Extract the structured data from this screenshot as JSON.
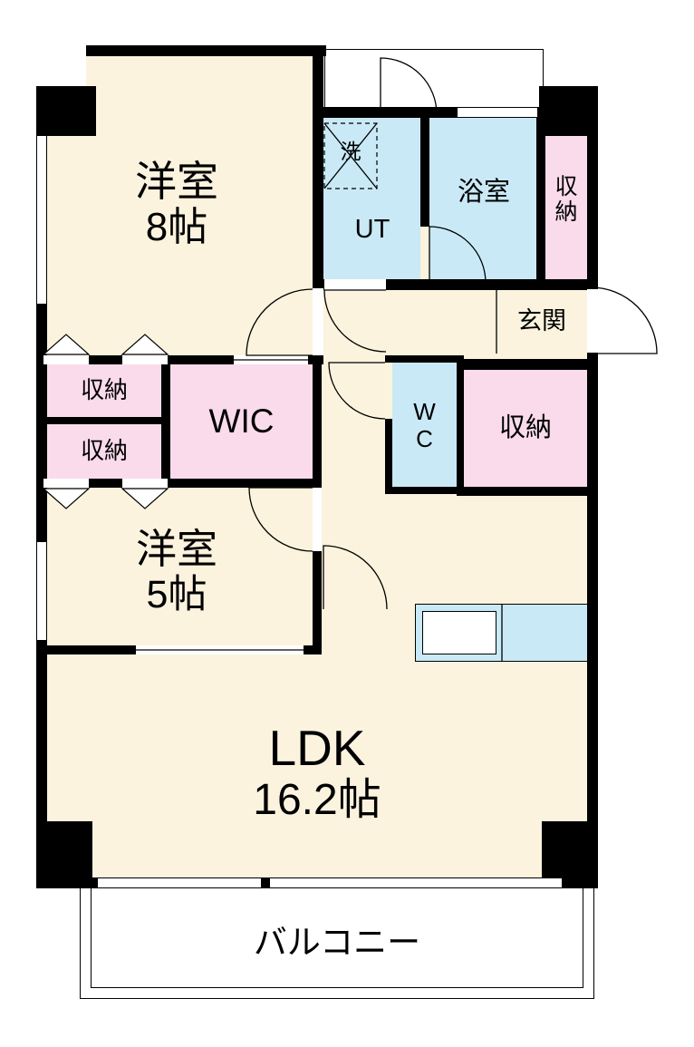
{
  "floorplan": {
    "rooms": {
      "western8": {
        "name": "洋室",
        "size": "8帖"
      },
      "ut": {
        "label": "UT",
        "washer": "洗"
      },
      "bath": {
        "label": "浴室"
      },
      "storage_top_right": {
        "chars": [
          "収",
          "納"
        ]
      },
      "entrance": {
        "label": "玄関"
      },
      "storage_a": {
        "label": "収納"
      },
      "storage_b": {
        "label": "収納"
      },
      "wic": {
        "label": "WIC"
      },
      "wc": {
        "chars": [
          "W",
          "C"
        ]
      },
      "storage_c": {
        "label": "収納"
      },
      "western5": {
        "name": "洋室",
        "size": "5帖"
      },
      "ldk": {
        "name": "LDK",
        "size": "16.2帖"
      },
      "balcony": {
        "label": "バルコニー"
      }
    },
    "colors": {
      "room_fill": "#FBF3DE",
      "wet_area_fill": "#C9E9F6",
      "storage_fill": "#F9DBEB",
      "wall": "#000000",
      "background": "#FFFFFF"
    }
  }
}
